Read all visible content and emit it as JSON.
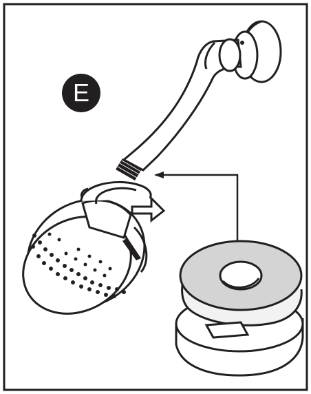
{
  "step": {
    "letter": "E"
  },
  "colors": {
    "ink": "#231f20",
    "paper": "#ffffff",
    "hub": "#d4d4d4",
    "tape": "#f2f2f2"
  },
  "parts": [
    "shower-arm",
    "wall-flange",
    "shower-head",
    "thread-seal-tape-roll"
  ],
  "icons": [
    "rotate-arrow-icon",
    "pointer-arrow-icon"
  ]
}
